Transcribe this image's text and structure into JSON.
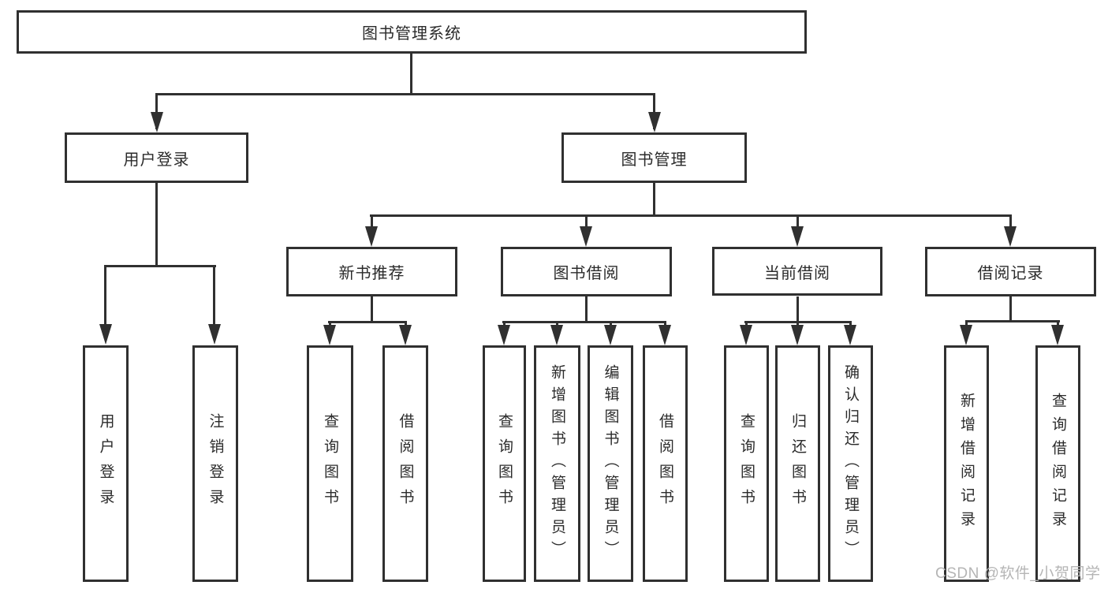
{
  "diagram": {
    "title": "图书管理系统",
    "children": [
      {
        "label": "用户登录",
        "children": [
          {
            "label": "用户登录"
          },
          {
            "label": "注销登录"
          }
        ]
      },
      {
        "label": "图书管理",
        "children": [
          {
            "label": "新书推荐",
            "children": [
              {
                "label": "查询图书"
              },
              {
                "label": "借阅图书"
              }
            ]
          },
          {
            "label": "图书借阅",
            "children": [
              {
                "label": "查询图书"
              },
              {
                "label": "新增图书（管理员）"
              },
              {
                "label": "编辑图书（管理员）"
              },
              {
                "label": "借阅图书"
              }
            ]
          },
          {
            "label": "当前借阅",
            "children": [
              {
                "label": "查询图书"
              },
              {
                "label": "归还图书"
              },
              {
                "label": "确认归还（管理员）"
              }
            ]
          },
          {
            "label": "借阅记录",
            "children": [
              {
                "label": "新增借阅记录"
              },
              {
                "label": "查询借阅记录"
              }
            ]
          }
        ]
      }
    ]
  },
  "watermark": {
    "text": "CSDN @软件_小贺同学"
  },
  "colors": {
    "background": "#ffffff",
    "box_border": "#303030",
    "connector_line": "#303030",
    "text": "#2b2b2b",
    "watermark": "#b5b5b5"
  }
}
